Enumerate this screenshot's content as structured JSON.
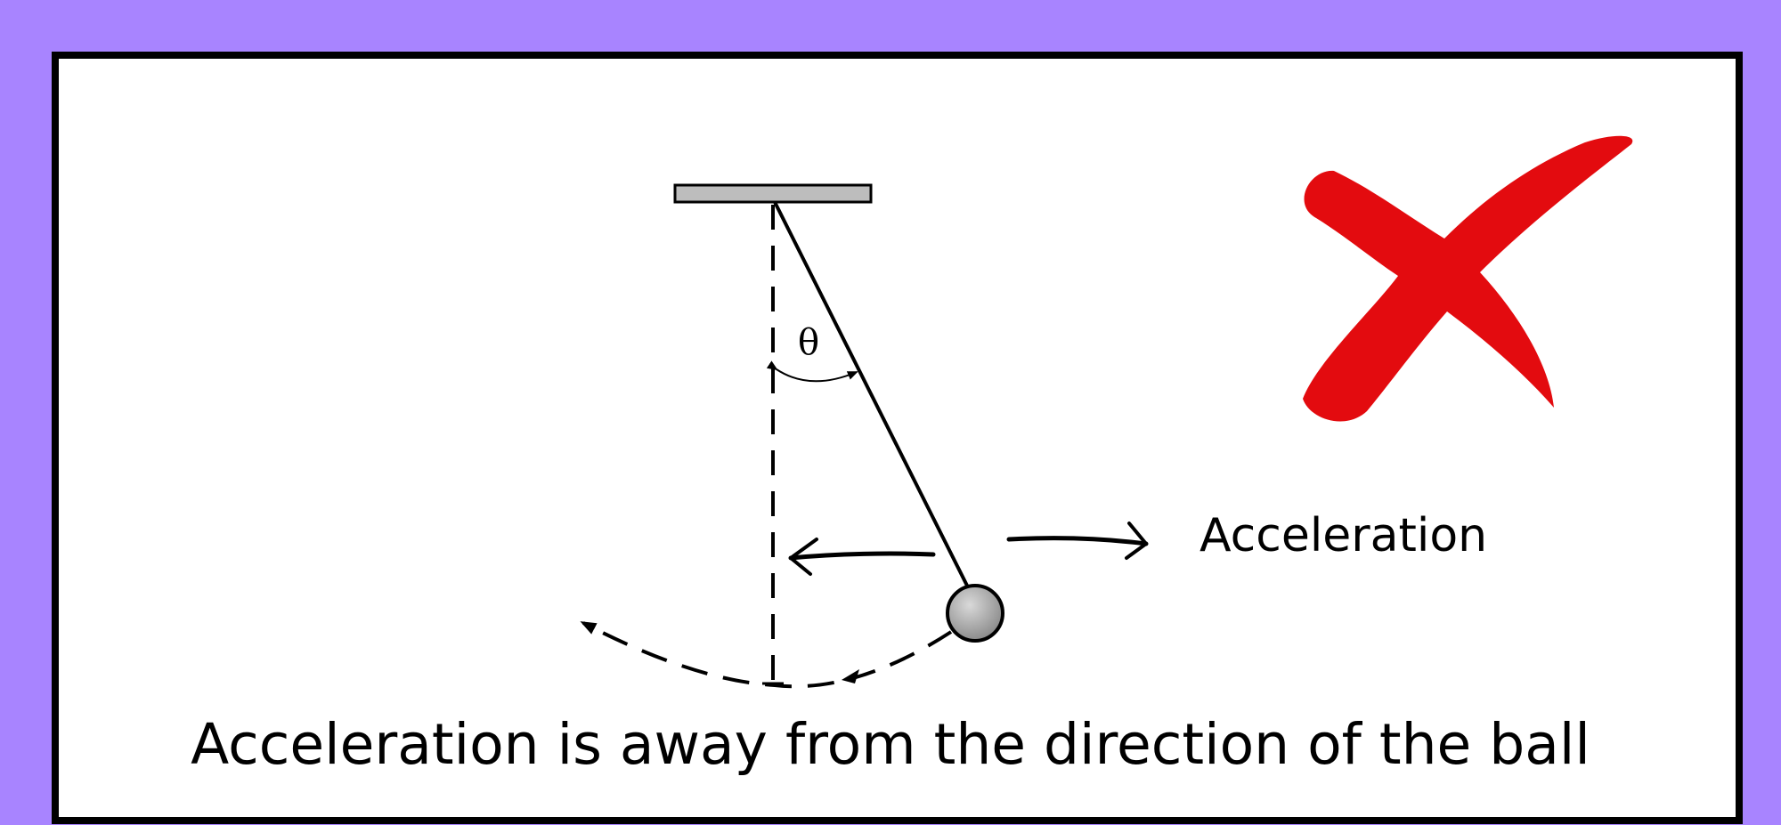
{
  "colors": {
    "background": "#a884ff",
    "panel": "#ffffff",
    "border": "#000000",
    "support_bar": "#bdbdbd",
    "ball": "#9e9e9e",
    "wrong_mark": "#e30b0f"
  },
  "diagram": {
    "angle_label": "θ",
    "legend_label": "Acceleration",
    "caption": "Acceleration is away from the direction of the ball",
    "wrong_mark_icon": "red-x-icon"
  }
}
